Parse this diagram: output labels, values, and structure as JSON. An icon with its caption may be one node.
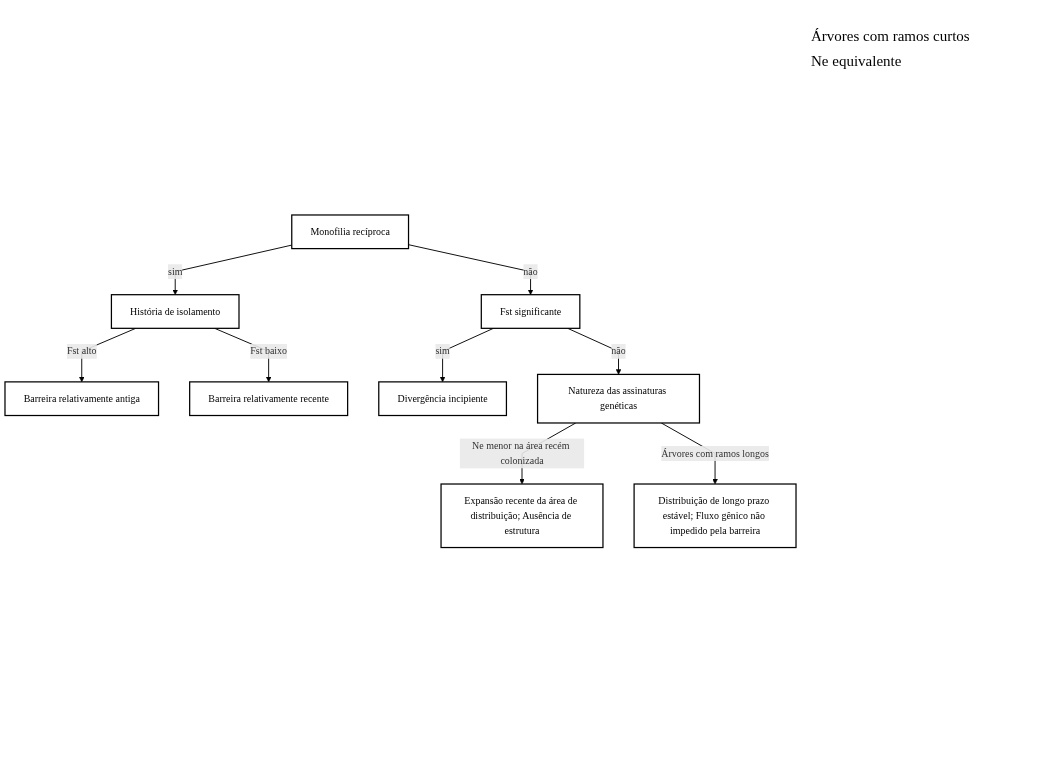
{
  "diagram": {
    "nodes": [
      {
        "text": [
          "Monofilia recíproca"
        ]
      },
      {
        "text": [
          "História de isolamento"
        ]
      },
      {
        "text": [
          "Barreira relativamente antiga"
        ]
      },
      {
        "text": [
          "Barreira relativamente recente"
        ]
      },
      {
        "text": [
          "Fst significante"
        ]
      },
      {
        "text": [
          "Divergência incipiente"
        ]
      },
      {
        "text": [
          "Natureza das assinaturas genéticas"
        ]
      },
      {
        "text": [
          "Expansão recente da área de distribuição; Ausência de estrutura"
        ]
      },
      {
        "text": [
          "Distribuição de longo prazo estável; Fluxo gênico não impedido pela barreira"
        ]
      }
    ],
    "edges": [
      {
        "from": 0,
        "to": 1,
        "arrow": "to",
        "label": "sim"
      },
      {
        "from": 1,
        "to": 2,
        "arrow": "to",
        "label": "Fst alto"
      },
      {
        "from": 1,
        "to": 3,
        "arrow": "to",
        "label": "Fst baixo"
      },
      {
        "from": 0,
        "to": 4,
        "arrow": "to",
        "label": "não"
      },
      {
        "from": 4,
        "to": 5,
        "arrow": "to",
        "label": "sim"
      },
      {
        "from": 4,
        "to": 6,
        "arrow": "to",
        "label": "não"
      },
      {
        "from": 6,
        "to": 7,
        "arrow": "to",
        "label": "Ne menor na área recém colonizada"
      },
      {
        "from": 6,
        "to": 8,
        "arrow": "to",
        "label": "Árvores com ramos longos"
      }
    ],
    "labels": [
      "Árvores com ramos curtos",
      "Ne equivalente"
    ]
  }
}
